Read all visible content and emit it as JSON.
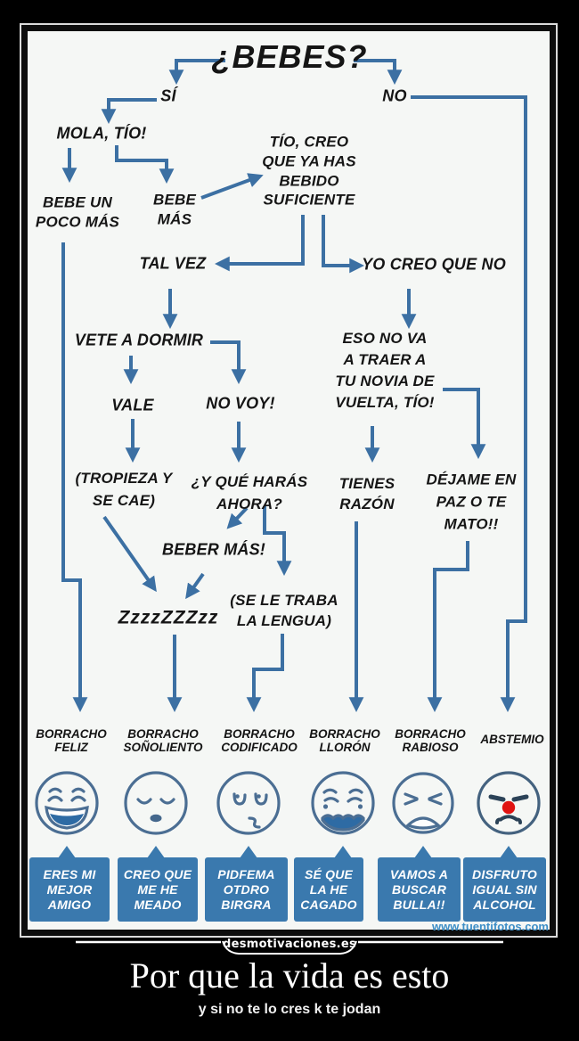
{
  "flow": {
    "title": "¿BEBES?",
    "nodes": {
      "yes": "SÍ",
      "no": "NO",
      "mola": "MOLA, TÍO!",
      "bebe_un_poco": "BEBE UN\nPOCO MÁS",
      "bebe_mas": "BEBE\nMÁS",
      "tio_creo": "TÍO, CREO\nQUE YA HAS\nBEBIDO\nSUFICIENTE",
      "tal_vez": "TAL VEZ",
      "yo_creo_que_no": "YO CREO QUE NO",
      "vete_a_dormir": "VETE A DORMIR",
      "eso_no_va": "ESO NO VA\nA TRAER A\nTU NOVIA DE\nVUELTA, TÍO!",
      "vale": "VALE",
      "no_voy": "NO VOY!",
      "tropieza": "(TROPIEZA Y\nSE CAE)",
      "y_que_haras": "¿Y QUÉ HARÁS\nAHORA?",
      "tienes_razon": "TIENES\nRAZÓN",
      "dejame": "DÉJAME EN\nPAZ O TE\nMATO!!",
      "beber_mas": "BEBER MÁS!",
      "zzz": "ZzzzZZZzz",
      "se_le_traba": "(SE LE TRABA\nLA LENGUA)"
    }
  },
  "outcomes": [
    {
      "label": "BORRACHO\nFELIZ",
      "caption": "ERES MI\nMEJOR\nAMIGO",
      "face": "happy-drunk"
    },
    {
      "label": "BORRACHO\nSOÑOLIENTO",
      "caption": "CREO QUE\nME HE\nMEADO",
      "face": "sleepy-drunk"
    },
    {
      "label": "BORRACHO\nCODIFICADO",
      "caption": "PIDFEMA\nOTDRO\nBIRGRA",
      "face": "slurring-drunk"
    },
    {
      "label": "BORRACHO\nLLORÓN",
      "caption": "SÉ QUE\nLA HE\nCAGADO",
      "face": "crying-drunk"
    },
    {
      "label": "BORRACHO\nRABIOSO",
      "caption": "VAMOS A\nBUSCAR\nBULLA!!",
      "face": "angry-drunk"
    },
    {
      "label": "ABSTEMIO",
      "caption": "DISFRUTO\nIGUAL SIN\nALCOHOL",
      "face": "sober"
    }
  ],
  "watermark": "www.tuentifotos.com",
  "badge": "desmotivaciones.es",
  "caption": {
    "title": "Por que la vida es esto",
    "subtitle": "y si no te lo cres k te jodan"
  },
  "colors": {
    "line": "#3c70a3",
    "bubble": "#3a79ae",
    "face_outline": "#4b6e93",
    "mouth_fill": "#2e6ba4",
    "nose_red": "#e01312"
  }
}
